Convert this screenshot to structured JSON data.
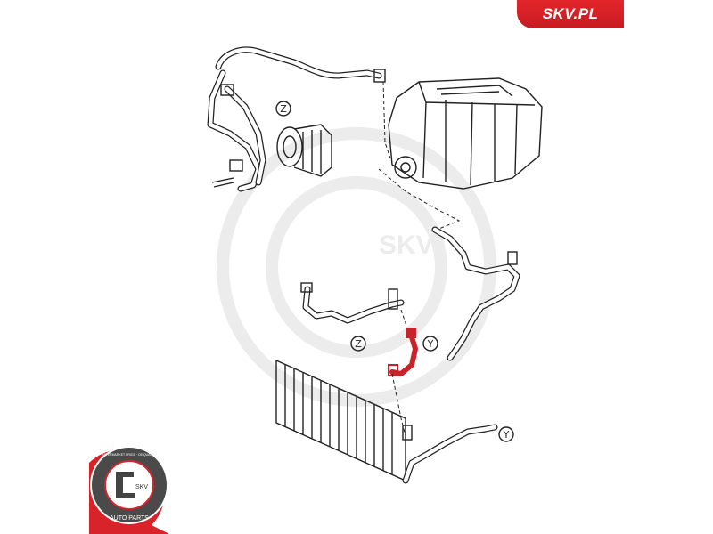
{
  "brand": {
    "logo_text": "SKV.PL",
    "color": "#d8232a"
  },
  "badge": {
    "ring_text": "AFTERMARKET PRICE · OE QUALITY",
    "center_text": "SKV",
    "bottom_text": "AUTO PARTS"
  },
  "watermark": "SKV",
  "callouts": {
    "z1": "Z",
    "z2": "Z",
    "y1": "Y",
    "y2": "Y"
  },
  "highlight_color": "#c8232a"
}
